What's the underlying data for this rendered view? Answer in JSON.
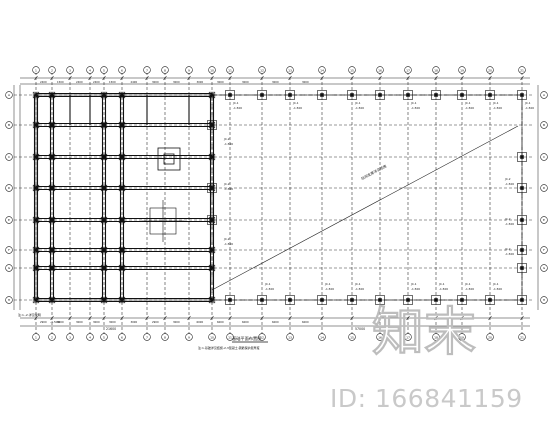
{
  "drawing": {
    "title": "基础平面布置图",
    "note": "注:1.基础详见结施-2,3混凝土,钢筋保护层厚度",
    "left_note": "注:1.,2.详见说明",
    "left_elev": "-1.500",
    "diag_label": "柱间支撑详见结施",
    "axis_x": [
      "1",
      "2",
      "3",
      "4",
      "5",
      "6",
      "7",
      "8",
      "9",
      "10",
      "11",
      "12",
      "13",
      "14",
      "15",
      "16",
      "17",
      "18",
      "19",
      "20",
      "21"
    ],
    "axis_y": [
      "A",
      "B",
      "C",
      "D",
      "E",
      "F",
      "G",
      "H"
    ],
    "top_dims": [
      "2400",
      "1500",
      "2400",
      "2400",
      "1500",
      "2400",
      "3000",
      "3000",
      "3000",
      "3000",
      "3000",
      "3000",
      "3000"
    ],
    "bottom_dims": [
      "2900",
      "3000",
      "3000",
      "3000",
      "3000",
      "3000",
      "2900",
      "3000",
      "6000",
      "6000",
      "6000",
      "6000",
      "6000"
    ],
    "overall_left": "21600",
    "overall_right": "57000",
    "footing_top_labels": [
      "JC-1",
      "JC-1",
      "JC-1",
      "JC-1",
      "JC-1",
      "JC-1",
      "JC-1"
    ],
    "footing_top_elev": "-1.500",
    "footing_bottom_labels": [
      "JC-1",
      "JC-1",
      "JC-1",
      "JC-1",
      "JC-1",
      "JC-1",
      "JC-1"
    ],
    "footing_bottom_elev": "-1.500",
    "footing_right_labels": [
      "JC-2",
      "JC-2",
      "JC-2"
    ],
    "footing_mid_labels": [
      "JC-2",
      "JC-2",
      "JC-2"
    ]
  },
  "watermark": {
    "id": "ID: 166841159",
    "logo": "知末"
  }
}
